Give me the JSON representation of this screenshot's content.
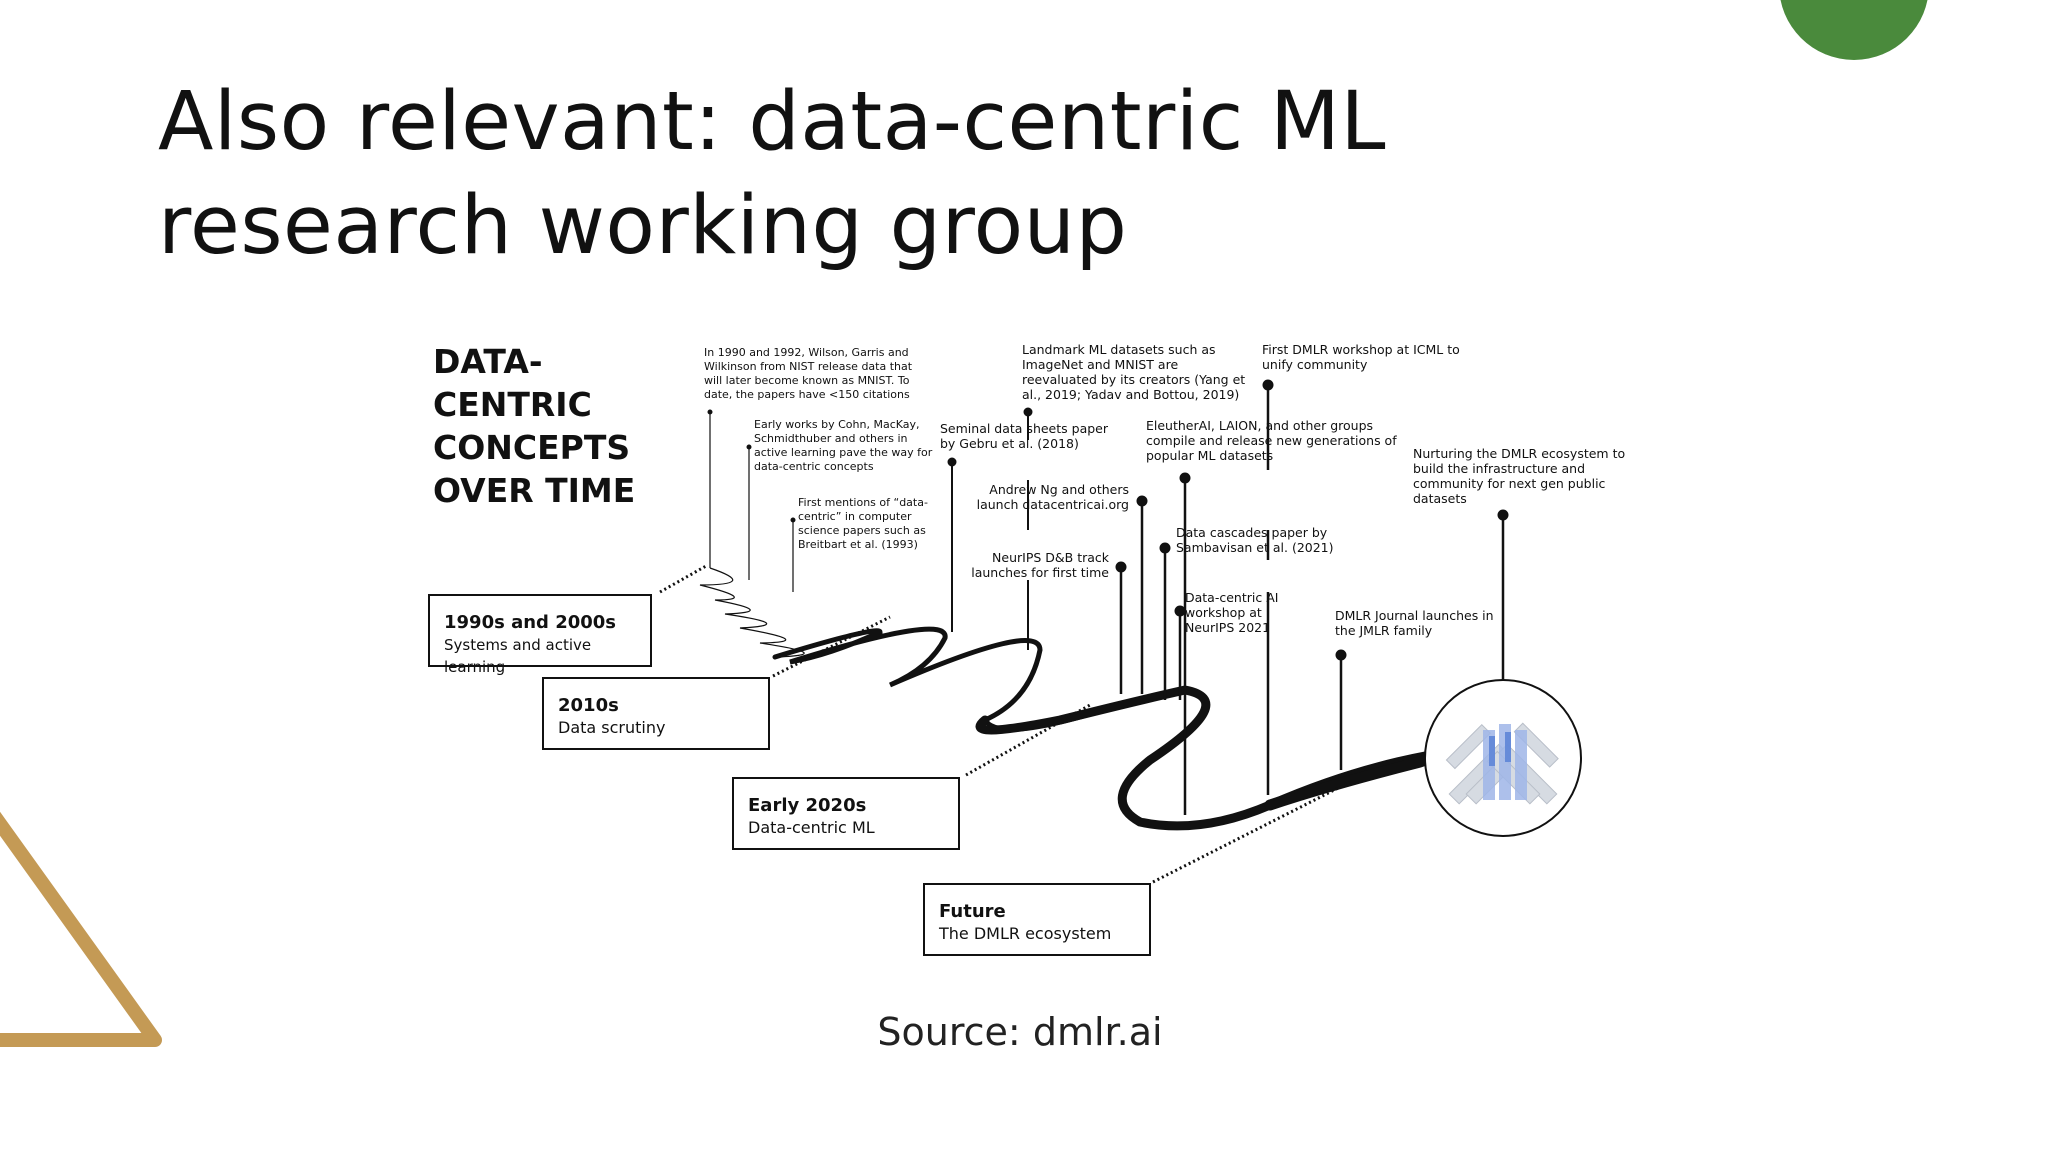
{
  "slide": {
    "title": "Also relevant: data-centric ML research working group",
    "source": "Source: dmlr.ai",
    "colors": {
      "accent_green": "#4a8a3c",
      "accent_gold": "#c49a55",
      "ink": "#111111"
    }
  },
  "diagram": {
    "heading": "DATA-CENTRIC CONCEPTS OVER TIME",
    "eras": [
      {
        "title": "1990s and 2000s",
        "subtitle": "Systems and active learning"
      },
      {
        "title": "2010s",
        "subtitle": "Data scrutiny"
      },
      {
        "title": "Early 2020s",
        "subtitle": "Data-centric ML"
      },
      {
        "title": "Future",
        "subtitle": "The DMLR ecosystem"
      }
    ],
    "events": [
      {
        "text": "In 1990 and 1992, Wilson, Garris and Wilkinson from NIST release data that will later become known as MNIST. To date, the papers have <150 citations"
      },
      {
        "text": "Early works by Cohn, MacKay, Schmidthuber and others in active learning pave the way for data-centric concepts"
      },
      {
        "text": "First mentions of “data-centric” in computer science papers such as Breitbart et al. (1993)"
      },
      {
        "text": "Seminal data sheets paper by Gebru et al. (2018)"
      },
      {
        "text": "Landmark ML datasets such as ImageNet and MNIST are reevaluated by its creators (Yang et al., 2019; Yadav and Bottou, 2019)"
      },
      {
        "text": "Andrew Ng and others launch datacentricai.org"
      },
      {
        "text": "NeurIPS D&B track launches for first time"
      },
      {
        "text": "EleutherAI, LAION, and other groups compile and release new generations of popular ML datasets"
      },
      {
        "text": "Data cascades paper by Sambavisan et al. (2021)"
      },
      {
        "text": "Data-centric AI workshop at NeurIPS 2021"
      },
      {
        "text": "First DMLR workshop at ICML to unify community"
      },
      {
        "text": "DMLR Journal launches in the JMLR family"
      },
      {
        "text": "Nurturing the DMLR ecosystem to build the infrastructure and community for next gen public datasets"
      }
    ],
    "logo": {
      "icon": "dmlr-logo-icon"
    }
  }
}
